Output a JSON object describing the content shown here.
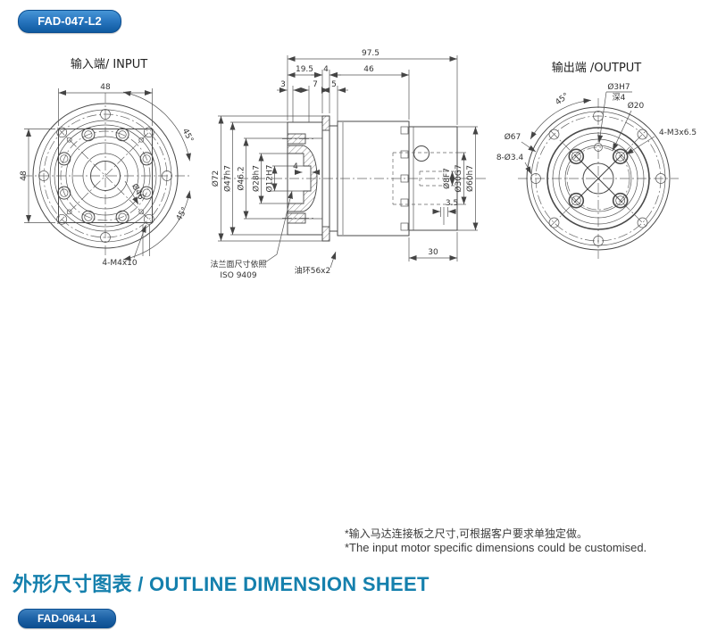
{
  "badges": {
    "top": "FAD-047-L2",
    "bottom": "FAD-064-L1"
  },
  "input_view": {
    "title": "输入端/ INPUT",
    "dim_width_top": "48",
    "dim_height_left": "48",
    "dim_bolt_circle": "Ø46",
    "dim_screws": "4-M4x10",
    "dim_angle_top": "45°",
    "dim_angle_bottom": "45°"
  },
  "section_view": {
    "dim_overall_length": "97.5",
    "dim_input_depth": "19.5",
    "dim_flange_thickness": "4",
    "dim_body_length": "46",
    "dim_step_3": "3",
    "dim_step_7": "7",
    "dim_step_5": "5",
    "dia_flange": "Ø72",
    "dia_spigot": "Ø47h7",
    "dia_recess": "Ø46.2",
    "dia_pilot": "Ø28h7",
    "dia_input_bore": "Ø12H7",
    "dim_bore_depth": "4",
    "dia_center_hole": "Ø8F7",
    "dia_output_recess": "Ø30G7",
    "dia_output_spigot": "Ø60h7",
    "dim_recess_depth": "3.5",
    "dim_output_length": "30",
    "note_flange_line1": "法兰面尺寸依照",
    "note_flange_line2": "ISO 9409",
    "note_oil_ring": "油环56x2"
  },
  "output_view": {
    "title": "输出端 /OUTPUT",
    "dim_pin_hole": "Ø3H7",
    "dim_pin_depth": "深4",
    "dim_bolt_circle": "Ø20",
    "dim_screws": "4-M3x6.5",
    "dim_flange_dia": "Ø67",
    "dim_mount_holes": "8-Ø3.4",
    "dim_angle": "45°"
  },
  "footnotes": {
    "line1_zh": "*输入马达连接板之尺寸,可根据客户要求单独定做。",
    "line2_en": "*The input motor specific dimensions could be customised."
  },
  "sheet_title": "外形尺寸图表 / OUTLINE DIMENSION SHEET",
  "colors": {
    "badge_blue": "#1a6cb8",
    "title_teal": "#1580ad",
    "line": "#4a4a4a"
  }
}
